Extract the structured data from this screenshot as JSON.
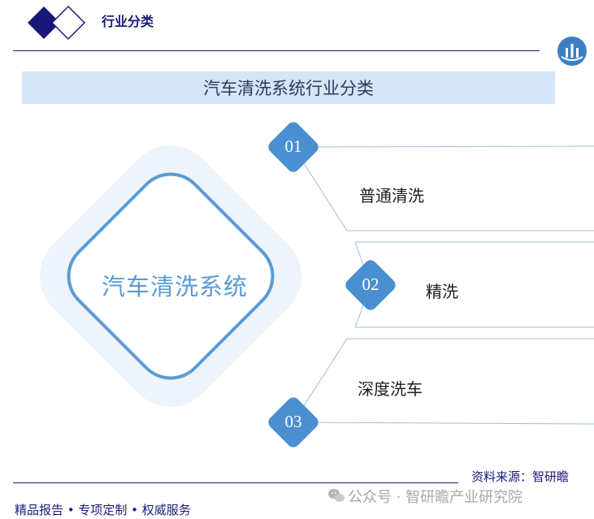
{
  "header": {
    "title": "行业分类"
  },
  "banner": {
    "title": "汽车清洗系统行业分类"
  },
  "center": {
    "label": "汽车清洗系统"
  },
  "items": [
    {
      "num": "01",
      "label": "普通清洗"
    },
    {
      "num": "02",
      "label": "精洗"
    },
    {
      "num": "03",
      "label": "深度洗车"
    }
  ],
  "footer": {
    "source": "资料来源：智研瞻",
    "left": "精品报告 • 专项定制 • 权威服务",
    "watermark": "公众号 · 智研瞻产业研究院"
  },
  "colors": {
    "accent_blue": "#5b9bd5",
    "dark_navy": "#1a1a7a",
    "banner_bg": "#d6e6f9"
  }
}
